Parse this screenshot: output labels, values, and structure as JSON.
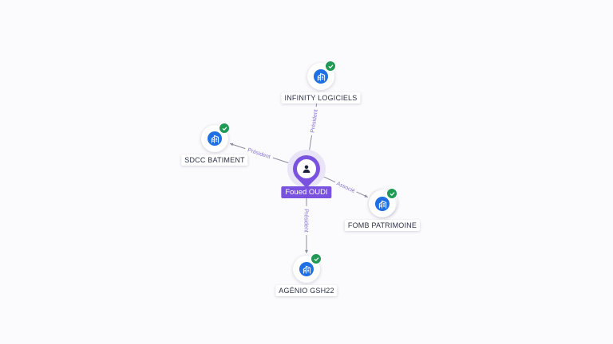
{
  "person": {
    "id": "person",
    "name": "Foued OUDI",
    "icon": "user-icon"
  },
  "companies": [
    {
      "id": "infinity",
      "name": "INFINITY LOGICIELS",
      "icon": "building-icon",
      "verified": true
    },
    {
      "id": "sdcc",
      "name": "SDCC BATIMENT",
      "icon": "building-icon",
      "verified": true
    },
    {
      "id": "fomb",
      "name": "FOMB PATRIMOINE",
      "icon": "building-icon",
      "verified": true,
      "stacked": true
    },
    {
      "id": "agenio",
      "name": "AGÉNIO GSH22",
      "icon": "building-icon",
      "verified": true
    }
  ],
  "relations": [
    {
      "to": "infinity",
      "label": "Président"
    },
    {
      "to": "sdcc",
      "label": "Président"
    },
    {
      "to": "fomb",
      "label": "Associé"
    },
    {
      "to": "agenio",
      "label": "Président"
    }
  ],
  "colors": {
    "person": "#7a52e0",
    "company_icon": "#1f6fe5",
    "verified": "#1f9a55",
    "edge": "#8c8ca0",
    "edge_label": "#8a6fd8"
  }
}
